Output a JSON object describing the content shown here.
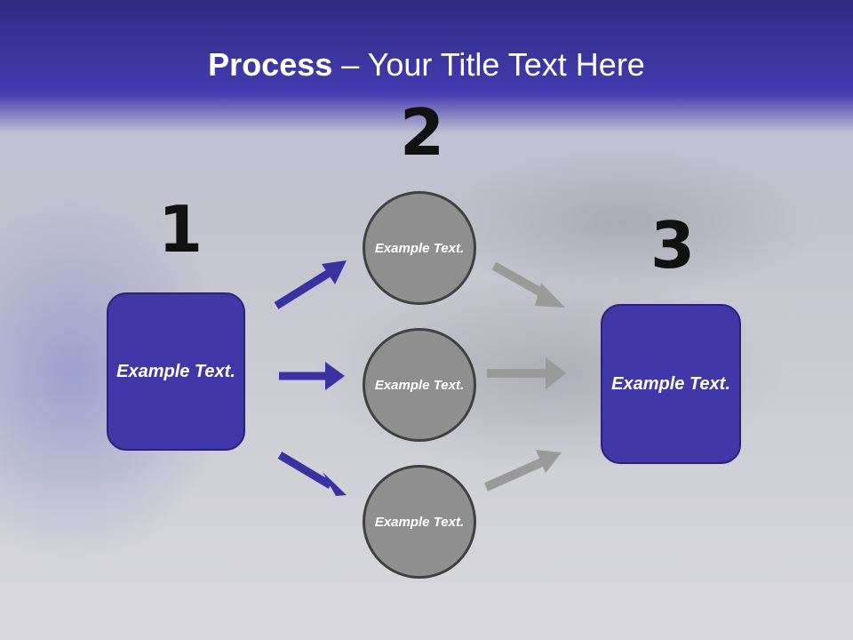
{
  "slide": {
    "title_bold": "Process",
    "title_rest": " – Your Title Text Here"
  },
  "steps": {
    "step1": {
      "number": "1",
      "text": "Example Text."
    },
    "step2": {
      "number": "2",
      "items": [
        "Example Text.",
        "Example Text.",
        "Example Text."
      ]
    },
    "step3": {
      "number": "3",
      "text": "Example Text."
    }
  },
  "colors": {
    "accent": "#4237a8",
    "circle": "#8f8f8f",
    "arrow_blue": "#3a31a3",
    "arrow_gray": "#9a9a9a"
  }
}
